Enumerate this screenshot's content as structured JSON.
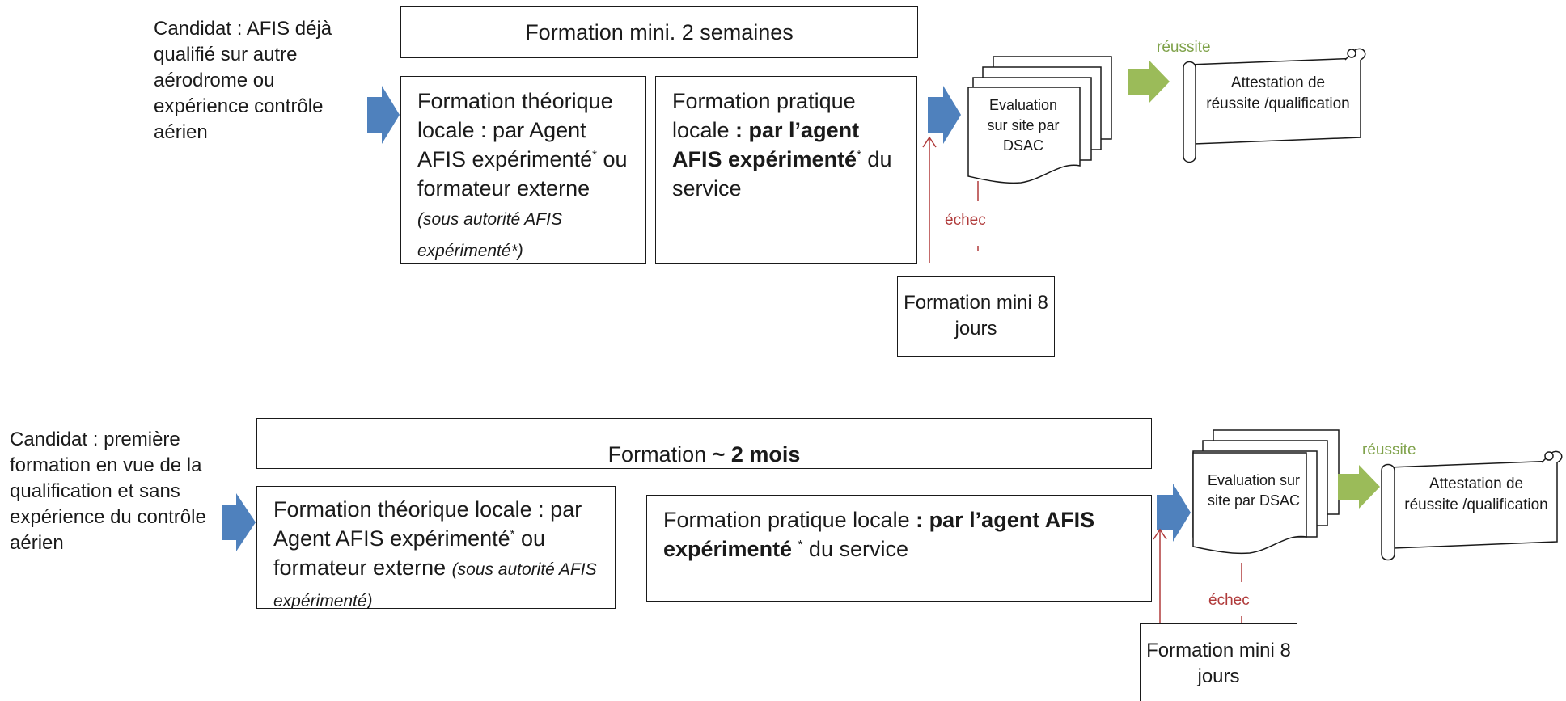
{
  "colors": {
    "blue_arrow": "#4f81bd",
    "green_arrow": "#9bbb59",
    "success_text": "#7fa24a",
    "fail_red": "#b03a3a",
    "border": "#1a1a1a"
  },
  "top": {
    "candidate": "Candidat : AFIS déjà qualifié sur autre aérodrome ou expérience contrôle aérien",
    "duration": "Formation mini. 2 semaines",
    "theory": {
      "part1": "Formation théorique locale : par Agent AFIS expérimenté",
      "star": "*",
      "part2": " ou formateur externe ",
      "italic": "(sous autorité AFIS expérimenté*)"
    },
    "practice": {
      "part1": "Formation pratique locale ",
      "bold": ": par l’agent AFIS expérimenté",
      "star": "*",
      "part2": "  du service"
    },
    "evaluation": "Evaluation sur site par DSAC",
    "success": "réussite",
    "attestation": "Attestation de réussite /qualification",
    "failure": "échec",
    "remedial": "Formation mini 8 jours"
  },
  "bottom": {
    "candidate": "Candidat : première formation en vue de la qualification et sans expérience du contrôle aérien",
    "duration_prefix": "Formation ",
    "duration_bold": "~ 2 mois",
    "theory": {
      "part1": "Formation théorique locale : par Agent AFIS expérimenté",
      "star": "*",
      "part2": " ou formateur externe ",
      "italic": "(sous autorité AFIS expérimenté)"
    },
    "practice": {
      "part1": "Formation pratique locale ",
      "bold": ": par l’agent AFIS expérimenté ",
      "star": "*",
      "part2": " du service"
    },
    "evaluation": "Evaluation sur site par DSAC",
    "success": "réussite",
    "attestation": "Attestation de réussite /qualification",
    "failure": "échec",
    "remedial": "Formation mini 8 jours"
  }
}
